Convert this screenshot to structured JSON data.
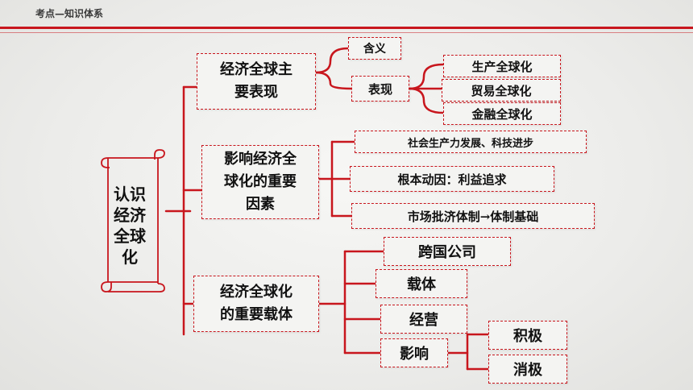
{
  "header": {
    "title": "考点—知识体系"
  },
  "root": {
    "lines": [
      "认识",
      "经济",
      "全球",
      "化"
    ]
  },
  "branches": [
    {
      "label_lines": [
        "经济全球主",
        "要表现"
      ],
      "children": [
        {
          "label": "含义"
        },
        {
          "label": "表现",
          "children": [
            "生产全球化",
            "贸易全球化",
            "金融全球化"
          ]
        }
      ]
    },
    {
      "label_lines": [
        "影响经济全",
        "球化的重要",
        "因素"
      ],
      "children": [
        "社会生产力发展、科技进步",
        "根本动因：利益追求",
        "市场批济体制→体制基础"
      ]
    },
    {
      "label_lines": [
        "经济全球化",
        "的重要载体"
      ],
      "children": [
        {
          "label": "跨国公司"
        },
        {
          "label": "载体"
        },
        {
          "label": "经营"
        },
        {
          "label": "影响",
          "children": [
            "积极",
            "消极"
          ]
        }
      ]
    }
  ],
  "colors": {
    "accent": "#c8161d",
    "text": "#111111"
  }
}
